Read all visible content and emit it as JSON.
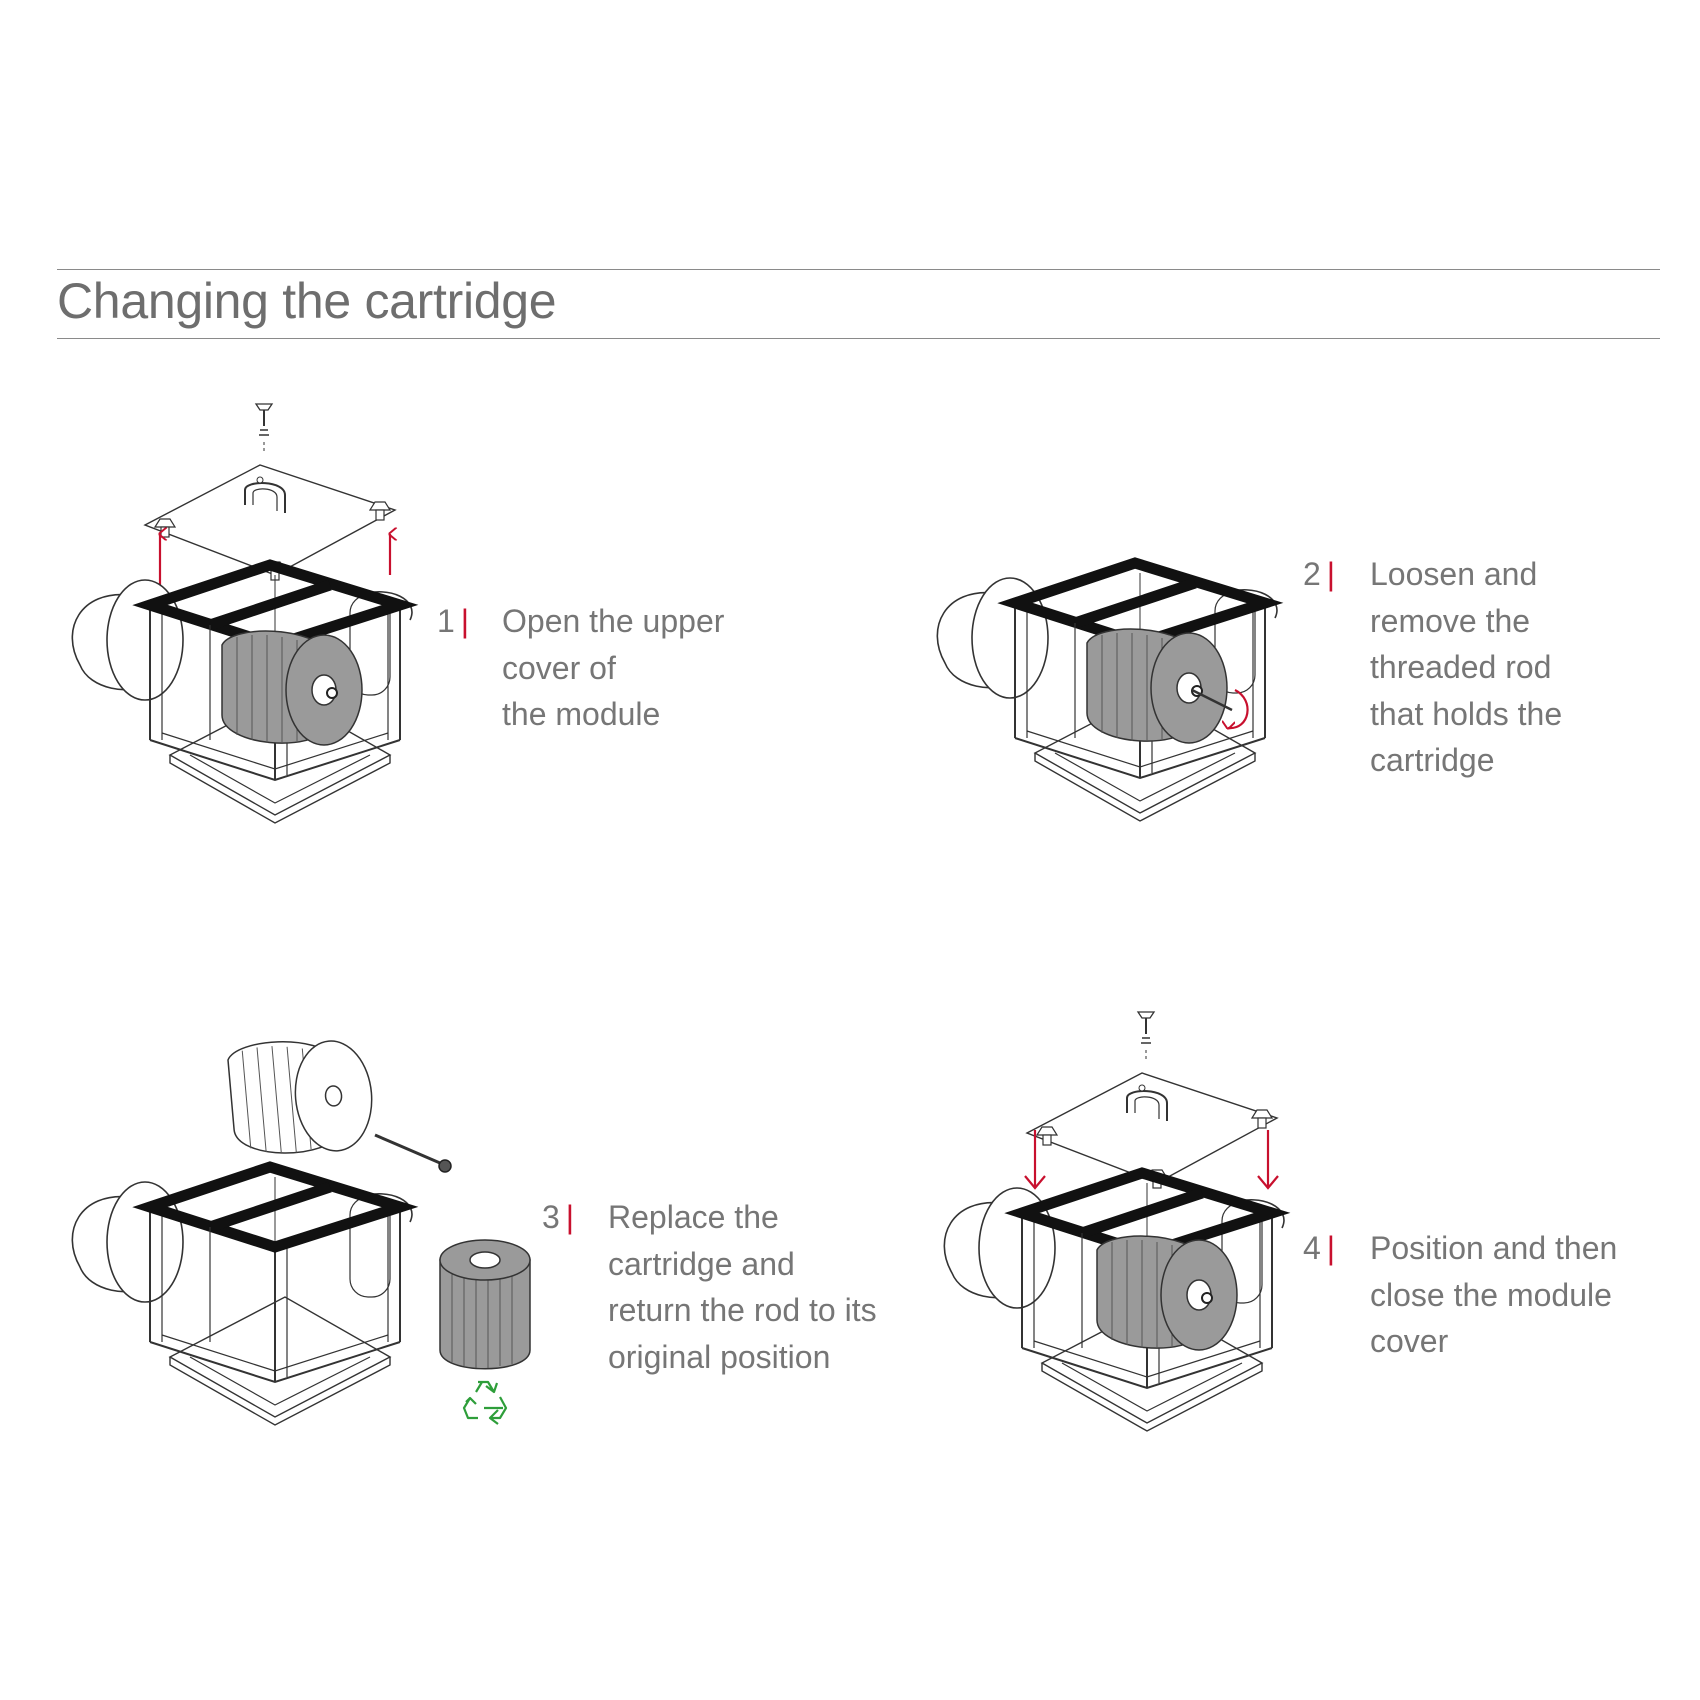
{
  "title": "Changing the cartridge",
  "colors": {
    "accent": "#c8102e",
    "text": "#767676",
    "line": "#8a8a8a",
    "recycle": "#2e9e3a"
  },
  "steps": [
    {
      "number": "1",
      "text": "Open the upper\ncover of\nthe module",
      "icon": "upper-cover-lift-illustration"
    },
    {
      "number": "2",
      "text": "Loosen and\nremove the\nthreaded rod\nthat holds the\ncartridge",
      "icon": "rod-unscrew-illustration"
    },
    {
      "number": "3",
      "text": "Replace the\ncartridge and\nreturn the rod to its\noriginal position",
      "icon": "cartridge-replace-illustration"
    },
    {
      "number": "4",
      "text": "Position and then\nclose the module\ncover",
      "icon": "cover-close-illustration"
    }
  ]
}
